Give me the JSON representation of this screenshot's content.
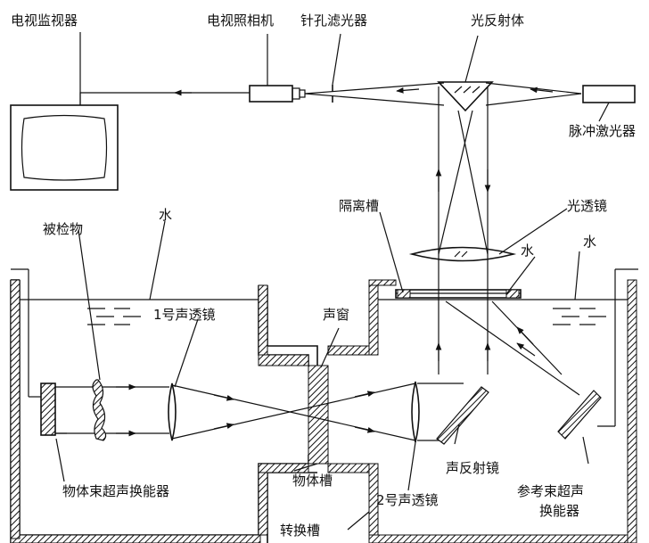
{
  "labels": {
    "tv_monitor": "电视监视器",
    "tv_camera": "电视照相机",
    "pinhole_filter": "针孔滤光器",
    "optical_reflector": "光反射体",
    "pulse_laser": "脉冲激光器",
    "isolation_tank": "隔离槽",
    "optical_lens": "光透镜",
    "water_right_inner": "水",
    "water_right_outer": "水",
    "water_left": "水",
    "test_object": "被检物",
    "acoustic_lens_1": "1号声透镜",
    "acoustic_window": "声窗",
    "acoustic_mirror": "声反射镜",
    "object_beam_transducer": "物体束超声换能器",
    "object_tank": "物体槽",
    "acoustic_lens_2": "2号声透镜",
    "reference_beam_transducer_1": "参考束超声",
    "reference_beam_transducer_2": "换能器",
    "conversion_tank": "转换槽"
  }
}
